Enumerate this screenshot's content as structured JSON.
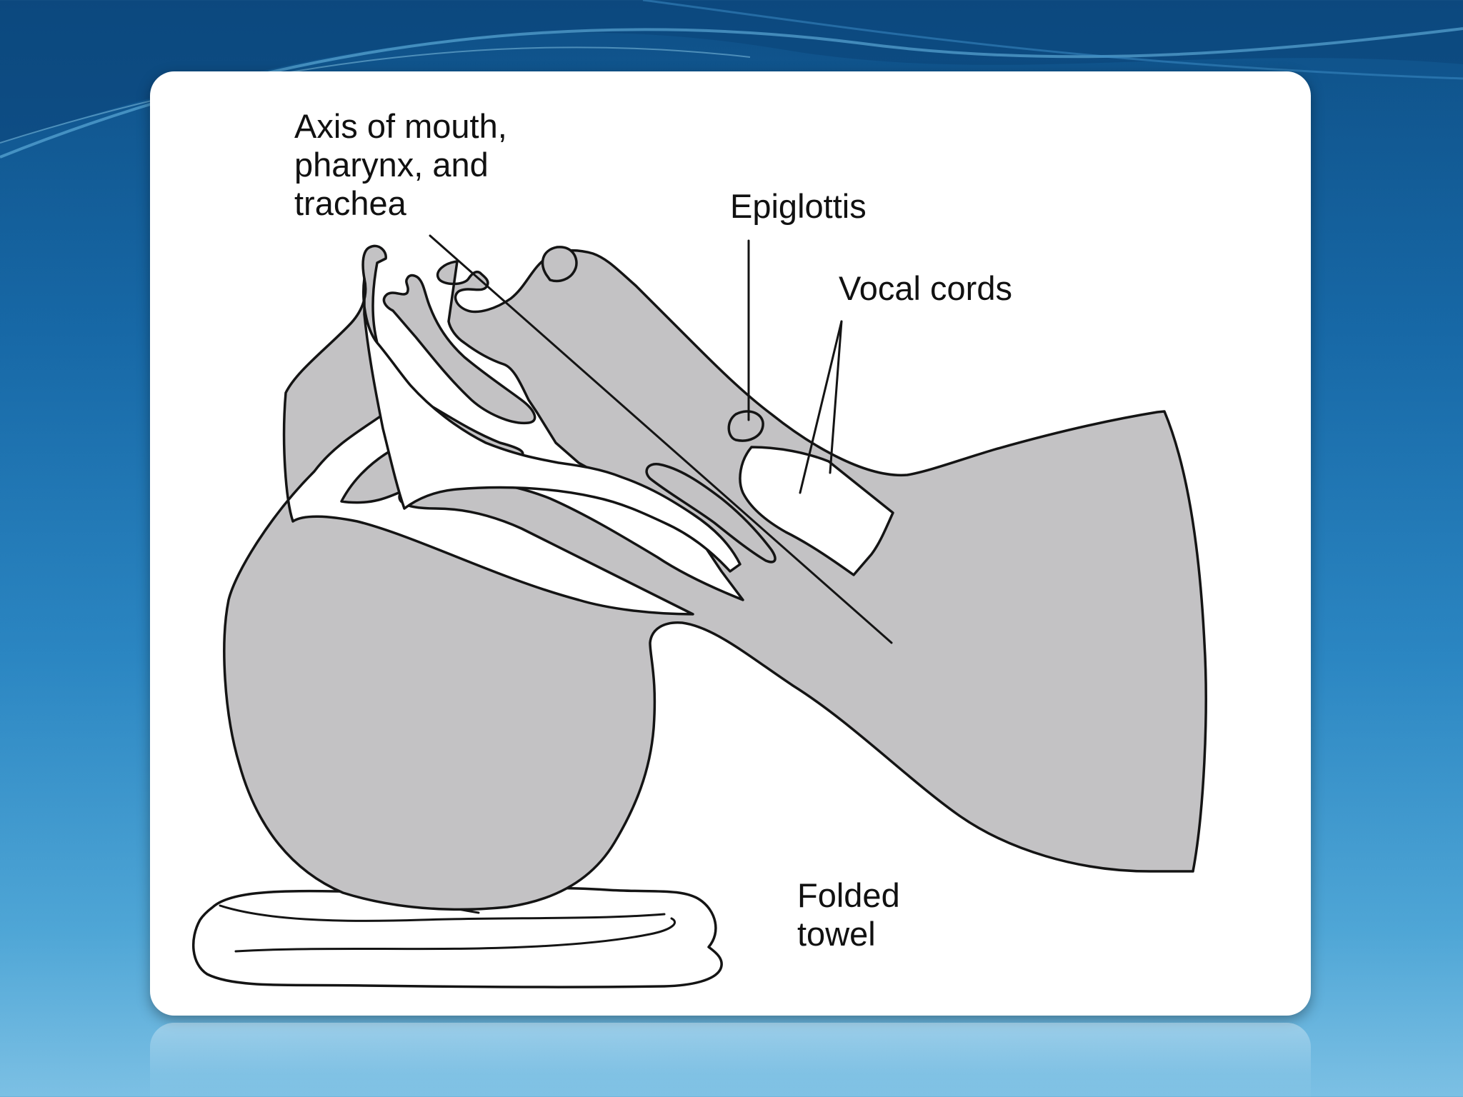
{
  "colors": {
    "background_top": "#0e4f86",
    "background_bottom": "#7cc0e4",
    "card": "#ffffff",
    "anatomy_fill": "#c3c2c4",
    "outline": "#141414"
  },
  "diagram": {
    "labels": {
      "axis": [
        "Axis of mouth,",
        "pharynx, and",
        "trachea"
      ],
      "epiglottis": "Epiglottis",
      "vocal_cords": "Vocal cords",
      "folded_towel": [
        "Folded",
        "towel"
      ]
    }
  }
}
